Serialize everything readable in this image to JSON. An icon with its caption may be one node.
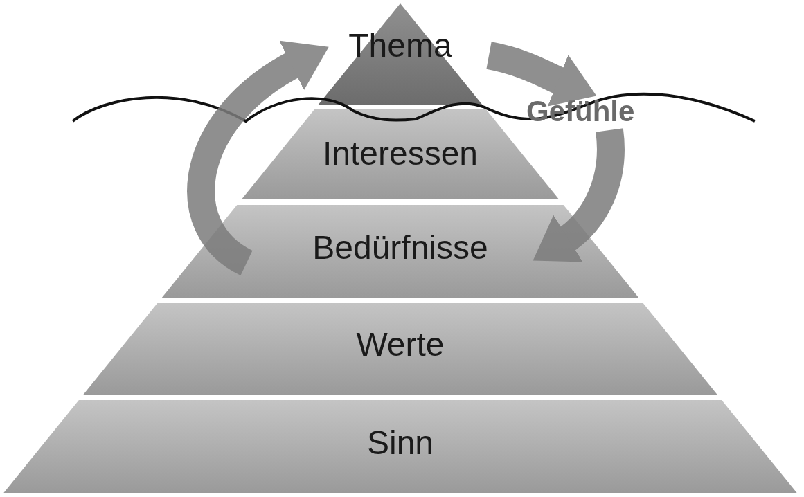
{
  "diagram": {
    "nodes": [
      {
        "text": [
          "Thema"
        ]
      },
      {
        "text": [
          "Interessen"
        ]
      },
      {
        "text": [
          "Bedürfnisse"
        ]
      },
      {
        "text": [
          "Werte"
        ]
      },
      {
        "text": [
          "Sinn"
        ]
      },
      {
        "text": [
          "Gefühle"
        ]
      }
    ],
    "edges": [
      {
        "from": 2,
        "to": 0,
        "arrow": "to"
      },
      {
        "from": 0,
        "to": 5,
        "arrow": "to"
      },
      {
        "from": 5,
        "to": 2,
        "arrow": "to"
      }
    ]
  }
}
